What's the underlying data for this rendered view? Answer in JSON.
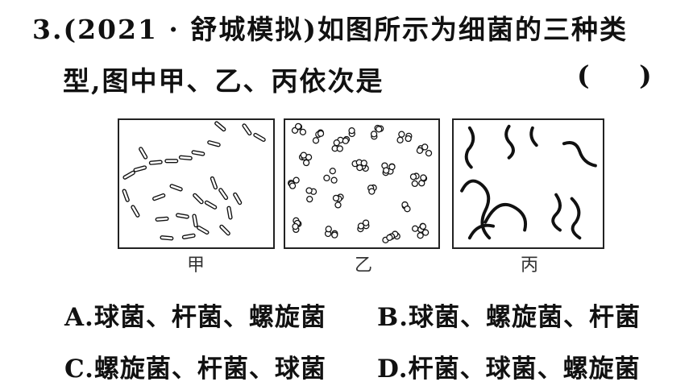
{
  "question": {
    "line1": "3.(2021 · 舒城模拟)如图所示为细菌的三种类",
    "line2": "型,图中甲、乙、丙依次是",
    "answer_paren": "( )"
  },
  "figure": {
    "labels": [
      "甲",
      "乙",
      "丙"
    ]
  },
  "options": [
    {
      "text": "A.球菌、杆菌、螺旋菌"
    },
    {
      "text": "B.球菌、螺旋菌、杆菌"
    },
    {
      "text": "C.螺旋菌、杆菌、球菌"
    },
    {
      "text": "D.杆菌、球菌、螺旋菌"
    }
  ]
}
